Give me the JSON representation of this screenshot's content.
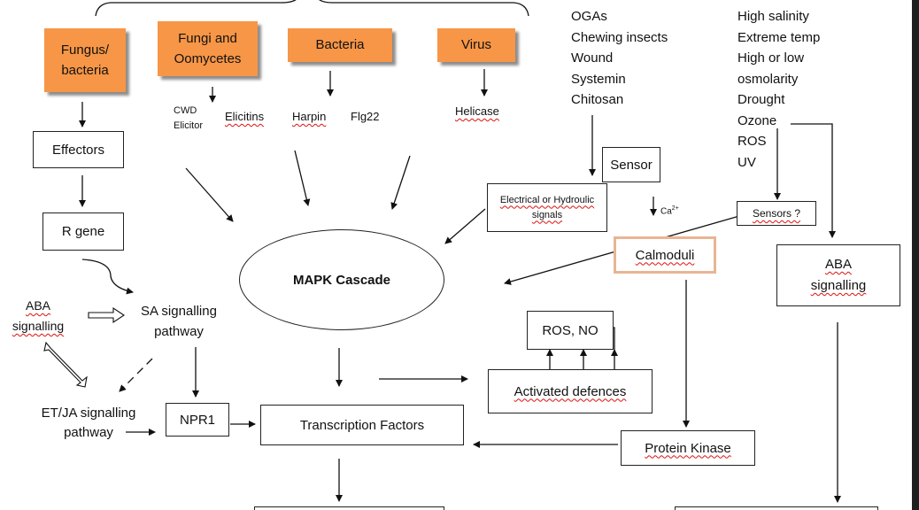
{
  "pathogens": {
    "fungus_bacteria": "Fungus/ bacteria",
    "fungi_oomycetes": "Fungi and Oomycetes",
    "bacteria": "Bacteria",
    "virus": "Virus"
  },
  "elicitors": {
    "cwd_elicitor": "CWD Elicitor",
    "elicitins": "Elicitins",
    "harpin": "Harpin",
    "flg22": "Flg22",
    "helicase": "Helicase"
  },
  "abiotic_list": [
    "OGAs",
    "Chewing insects",
    "Wound",
    "Systemin",
    "Chitosan"
  ],
  "stress_list": [
    "High salinity",
    "Extreme temp",
    "High or low",
    "osmolarity",
    "Drought",
    "Ozone",
    "ROS",
    "UV"
  ],
  "nodes": {
    "effectors": "Effectors",
    "r_gene": "R gene",
    "aba_signalling_left": "ABA signalling",
    "sa_pathway": "SA signalling pathway",
    "et_ja_pathway": "ET/JA  signalling pathway",
    "npr1": "NPR1",
    "mapk": "MAPK Cascade",
    "sensor": "Sensor",
    "electrical": "Electrical or Hydroulic signals",
    "ca": "Ca",
    "ca_sup": "2+",
    "sensors_q": "Sensors ?",
    "calmoduli": "Calmoduli",
    "aba_right": "ABA signalling",
    "ros_no": "ROS, NO",
    "activated_defences": "Activated defences",
    "transcription_factors": "Transcription Factors",
    "protein_kinase": "Protein Kinase"
  },
  "colors": {
    "pathogen_box": "#f79646",
    "spellcheck_underline": "#dd1111",
    "calmoduli_border": "#e8b594"
  }
}
